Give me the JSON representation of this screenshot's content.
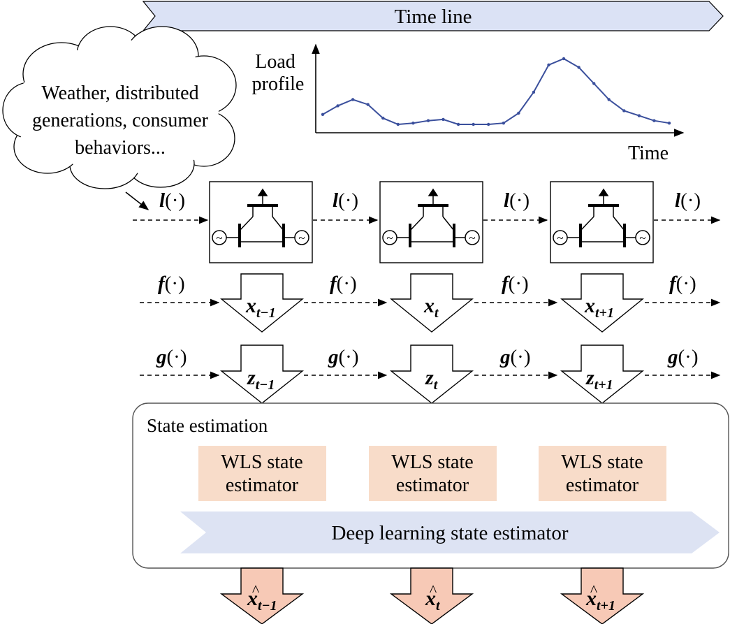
{
  "timeline": {
    "label": "Time line"
  },
  "cloud": {
    "lines": [
      "Weather, distributed",
      "generations, consumer",
      "behaviors..."
    ]
  },
  "load_chart": {
    "y_label_lines": [
      "Load",
      "profile"
    ],
    "x_label": "Time",
    "values": [
      0.55,
      0.62,
      0.67,
      0.63,
      0.52,
      0.47,
      0.48,
      0.5,
      0.51,
      0.47,
      0.47,
      0.47,
      0.48,
      0.56,
      0.73,
      0.95,
      1.0,
      0.93,
      0.8,
      0.67,
      0.58,
      0.54,
      0.5,
      0.48
    ]
  },
  "functions": {
    "l": "l",
    "f": "f",
    "g": "g",
    "arg": "(·)"
  },
  "states": [
    {
      "sub": "t−1"
    },
    {
      "sub": "t"
    },
    {
      "sub": "t+1"
    }
  ],
  "state_symbol": "x",
  "measure_symbol": "z",
  "estimate_hat": "^",
  "state_estimation": {
    "title": "State estimation",
    "wls_lines": [
      "WLS state",
      "estimator"
    ],
    "deep_label": "Deep learning state estimator"
  },
  "colors": {
    "timeline_fill": "#dbe2f5",
    "deep_fill": "#dde3f3",
    "wls_fill": "#f8dcc9",
    "estimate_fill": "#f7c9b6",
    "curve": "#3a4f9c",
    "stroke": "#000000"
  }
}
